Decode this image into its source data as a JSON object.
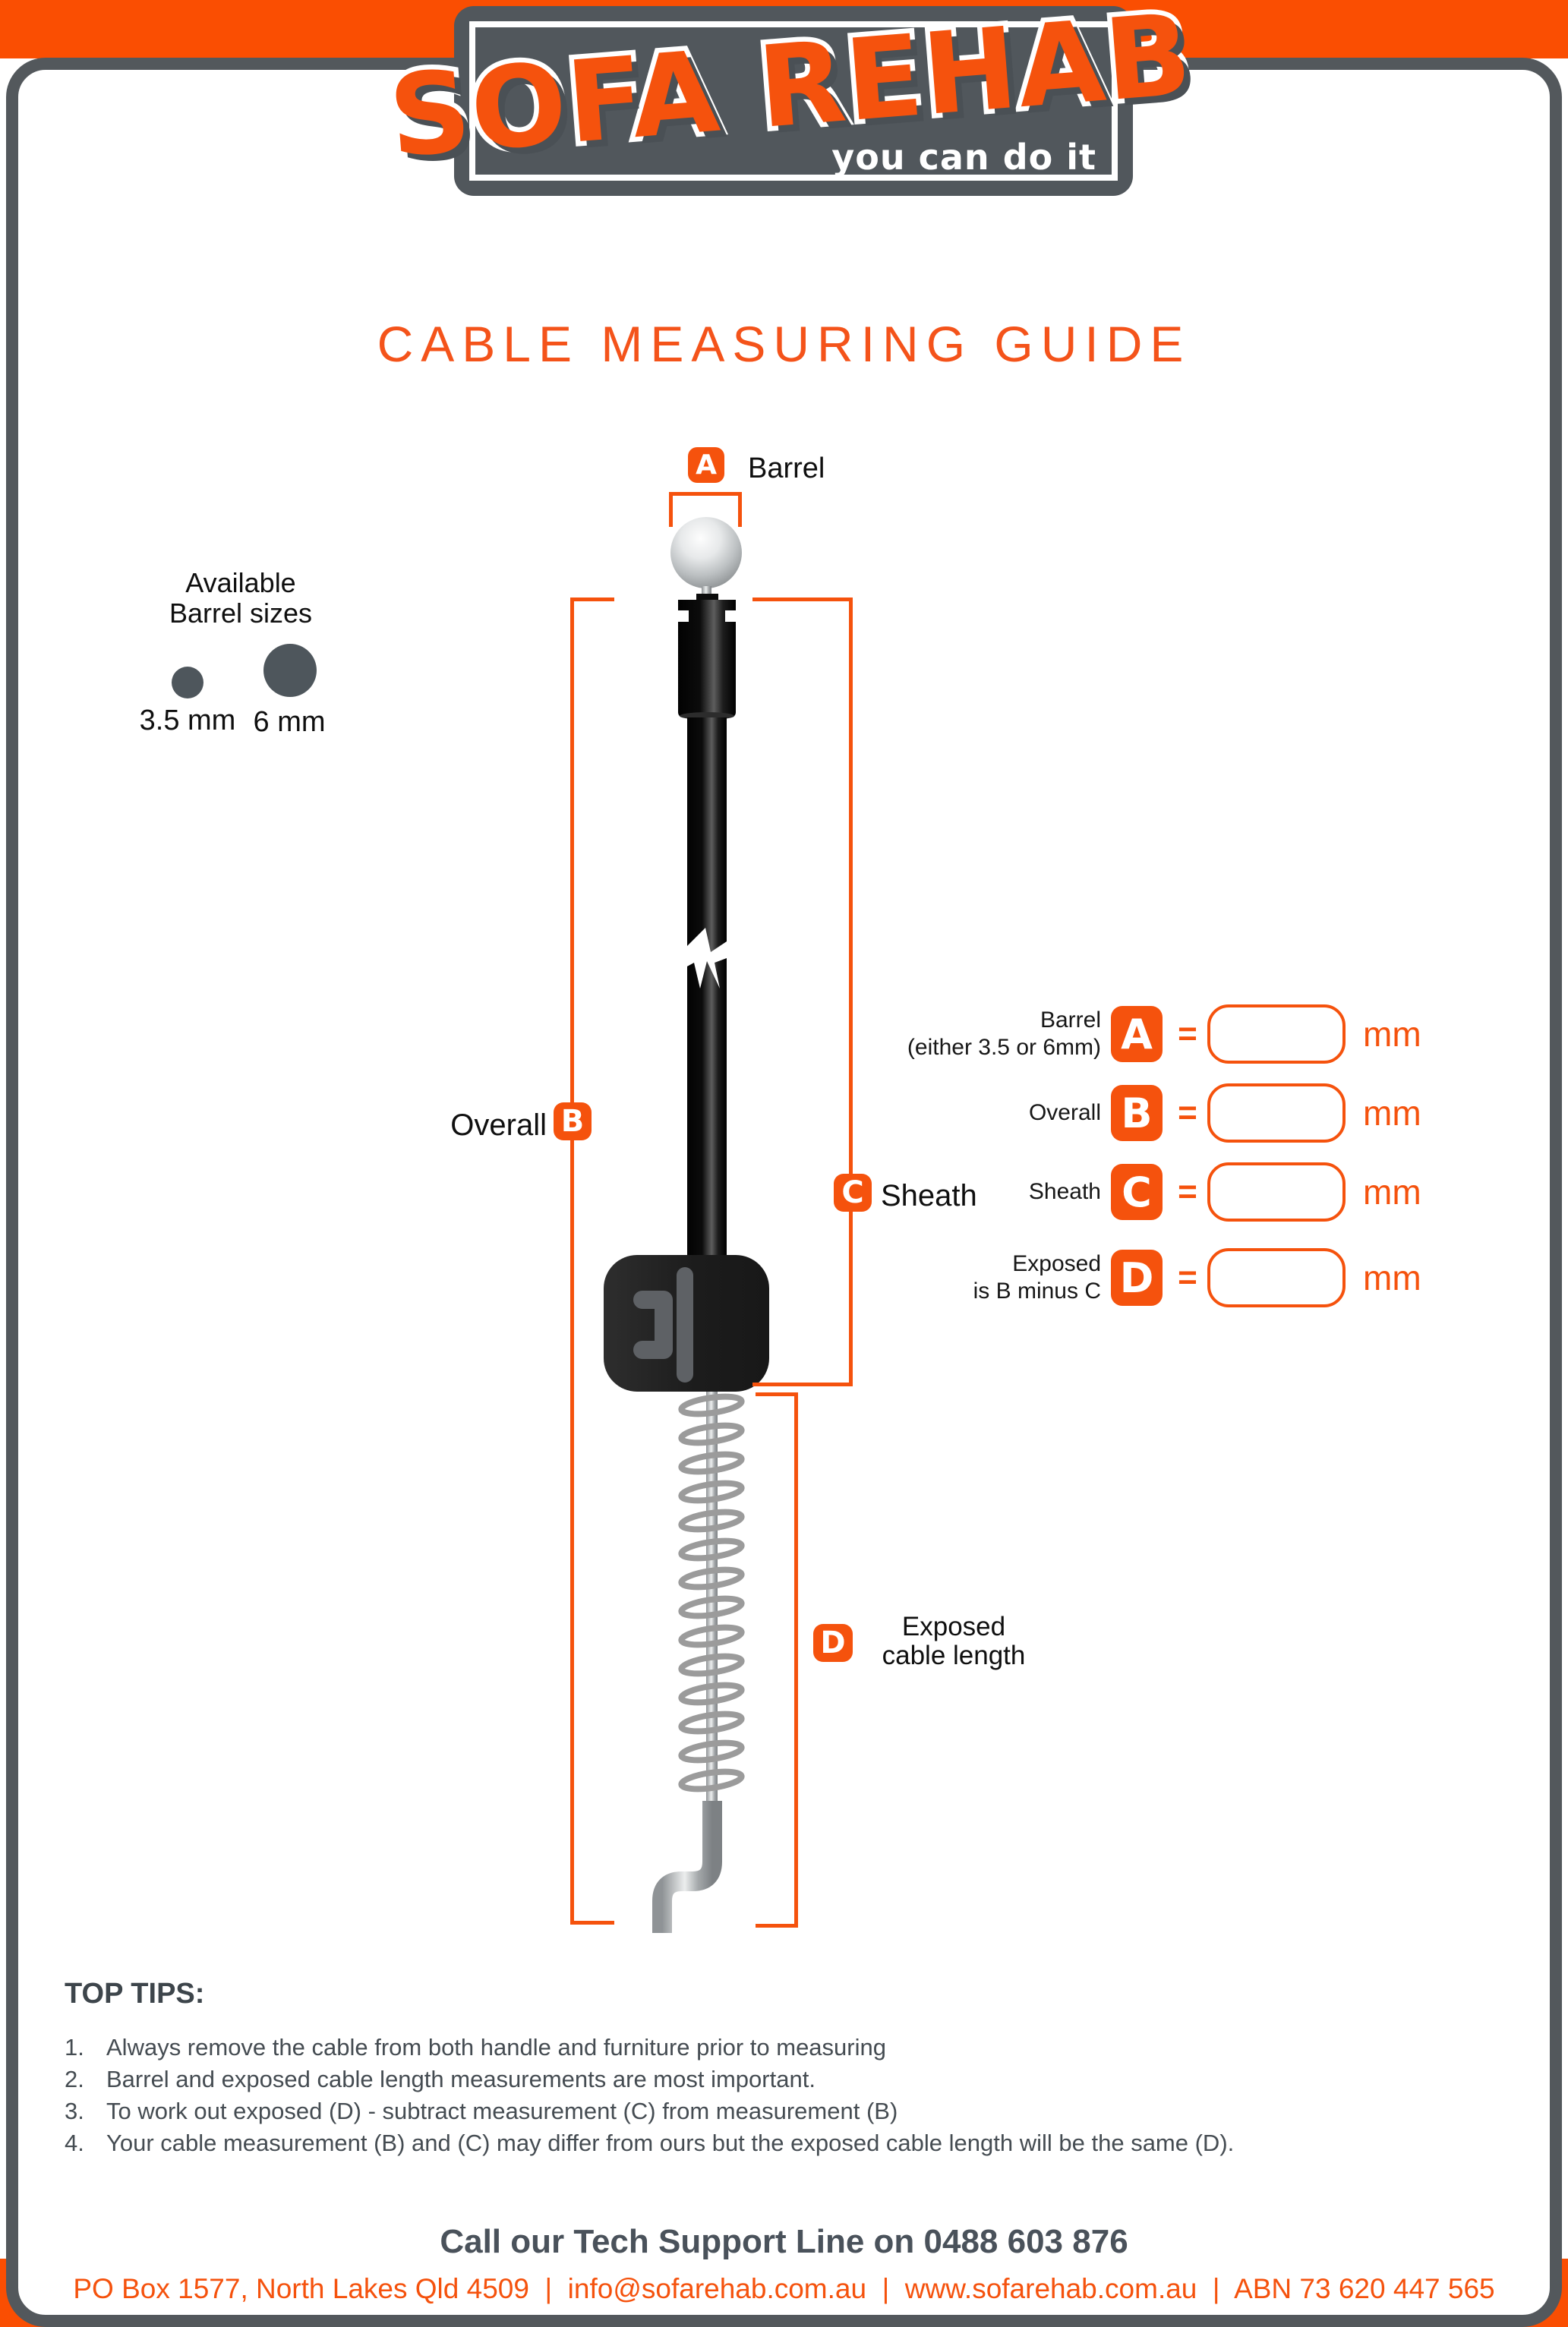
{
  "logo": {
    "name": "SOFA REHAB",
    "tagline": "you can do it"
  },
  "page": {
    "title": "CABLE MEASURING GUIDE"
  },
  "barrel_sizes": {
    "heading": "Available\nBarrel sizes",
    "heading_line1": "Available",
    "heading_line2": "Barrel sizes",
    "small_label": "3.5 mm",
    "large_label": "6 mm"
  },
  "diagram": {
    "a_letter": "A",
    "a_label": "Barrel",
    "b_letter": "B",
    "b_label": "Overall",
    "c_letter": "C",
    "c_label": "Sheath",
    "d_letter": "D",
    "d_label_line1": "Exposed",
    "d_label_line2": "cable length"
  },
  "form": {
    "equals": "=",
    "unit": "mm",
    "rows": [
      {
        "letter": "A",
        "label_line1": "Barrel",
        "label_line2": "(either 3.5 or 6mm)",
        "value": ""
      },
      {
        "letter": "B",
        "label_line1": "Overall",
        "label_line2": "",
        "value": ""
      },
      {
        "letter": "C",
        "label_line1": "Sheath",
        "label_line2": "",
        "value": ""
      },
      {
        "letter": "D",
        "label_line1": "Exposed",
        "label_line2": "is B minus C",
        "value": ""
      }
    ]
  },
  "tips": {
    "heading": "TOP TIPS:",
    "items": [
      {
        "num": "1.",
        "text": "Always remove the cable from both handle and furniture prior to measuring"
      },
      {
        "num": "2.",
        "text": "Barrel and exposed cable length measurements are most important."
      },
      {
        "num": "3.",
        "text": "To work out exposed (D) - subtract measurement (C) from measurement (B)"
      },
      {
        "num": "4.",
        "text": "Your cable measurement (B) and (C) may differ from ours but the exposed cable length will be the same (D)."
      }
    ]
  },
  "footer": {
    "support_line": "Call our Tech Support Line on 0488 603 876",
    "contact_line": "PO Box 1577, North Lakes Qld 4509  |  info@sofarehab.com.au  |  www.sofarehab.com.au  |  ABN 73 620 447 565"
  },
  "colors": {
    "brand_orange": "#f5520d",
    "band_orange": "#fa4e02",
    "dark_gray": "#51575c",
    "text_dark": "#454c52"
  }
}
